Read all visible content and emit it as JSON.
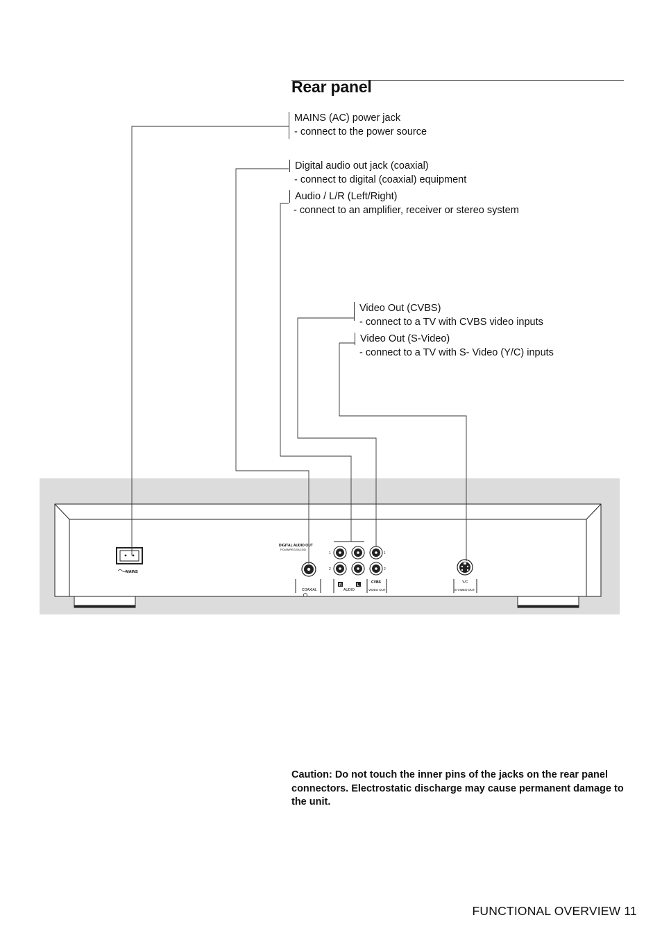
{
  "page": {
    "title": "Rear panel",
    "footer": "FUNCTIONAL OVERVIEW 11"
  },
  "callouts": [
    {
      "heading": "MAINS (AC) power jack",
      "detail": "- connect to the power source"
    },
    {
      "heading": "Digital audio out jack (coaxial)",
      "detail": "- connect to digital (coaxial) equipment"
    },
    {
      "heading": "Audio / L/R (Left/Right)",
      "detail": "- connect to an amplifier, receiver or stereo system"
    },
    {
      "heading": "Video Out (CVBS)",
      "detail": "- connect to a TV with CVBS video inputs"
    },
    {
      "heading": "Video Out (S-Video)",
      "detail": "- connect to a TV with S- Video (Y/C) inputs"
    }
  ],
  "panel_labels": {
    "mains": "MAINS",
    "digital_audio_out": "DIGITAL AUDIO OUT",
    "digital_formats": "PCM/MPEG2/AC3/D",
    "coaxial": "COAXIAL",
    "audio": "AUDIO",
    "right": "R",
    "left": "L",
    "cvbs": "CVBS",
    "video_out": "VIDEO OUT",
    "yc": "Y/C",
    "svideo_out": "S-VIDEO OUT",
    "row1": "1",
    "row2": "2"
  },
  "caution": "Caution: Do not touch the inner pins of the jacks on the rear panel connectors. Electrostatic discharge may cause permanent damage to the unit.",
  "colors": {
    "panel_background": "#dcdcdc",
    "line": "#222222"
  }
}
